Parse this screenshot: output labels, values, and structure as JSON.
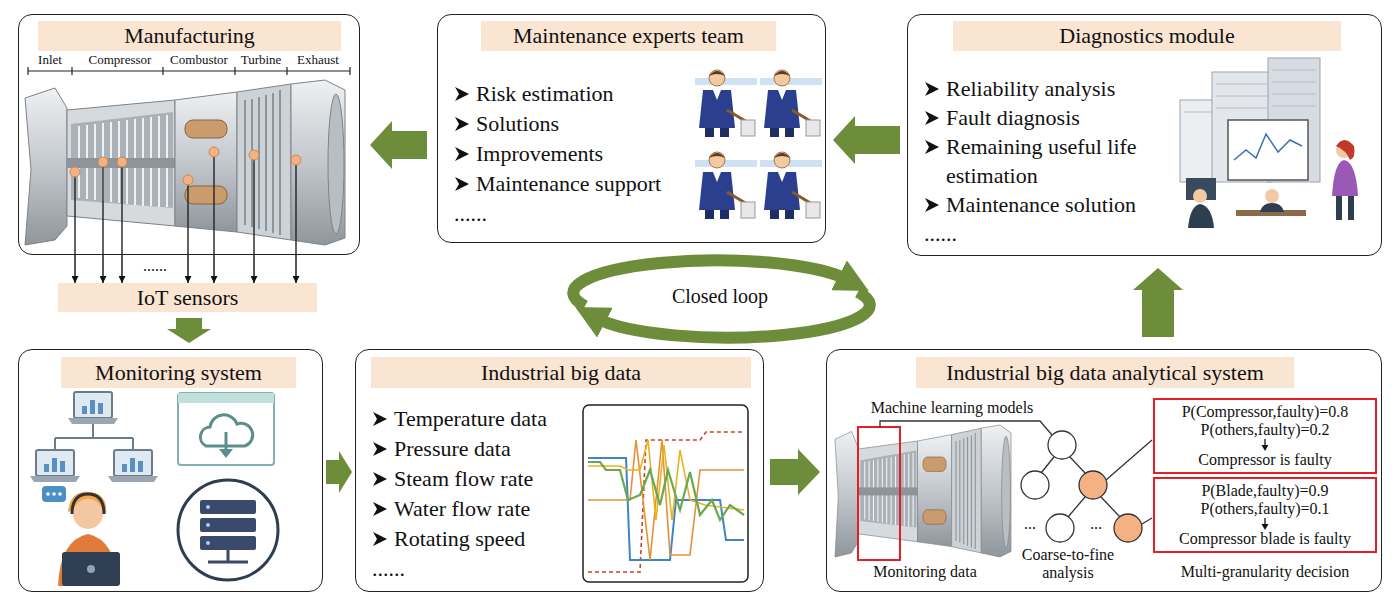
{
  "diagram": {
    "nodes": [
      {
        "text": [
          "Manufacturing"
        ]
      },
      {
        "text": [
          "Maintenance experts team",
          "Risk estimation",
          "Solutions",
          "Improvements",
          "Maintenance support",
          "......"
        ]
      },
      {
        "text": [
          "Diagnostics module",
          "Reliability analysis",
          "Fault diagnosis",
          "Remaining useful life estimation",
          "Maintenance solution",
          "......"
        ]
      },
      {
        "text": [
          "IoT sensors"
        ]
      },
      {
        "text": [
          "Monitoring system"
        ]
      },
      {
        "text": [
          "Industrial big data",
          "Temperature data",
          "Pressure data",
          "Steam flow rate",
          "Water flow rate",
          "Rotating speed",
          "......"
        ]
      },
      {
        "text": [
          "Industrial big data analytical system"
        ]
      },
      {
        "text": [
          "P(Compressor,faulty)=0.8",
          "P(others,faulty)=0.2",
          "Compressor is faulty"
        ],
        "in": 6
      },
      {
        "text": [
          "P(Blade,faulty)=0.9",
          "P(others,faulty)=0.1",
          "Compressor blade is faulty"
        ],
        "in": 6
      }
    ],
    "edges": [
      {
        "from": 0,
        "to": 3,
        "arrow": "to"
      },
      {
        "from": 0,
        "to": 3,
        "arrow": "to"
      },
      {
        "from": 0,
        "to": 3,
        "arrow": "to"
      },
      {
        "from": 0,
        "to": 3,
        "arrow": "to"
      },
      {
        "from": 0,
        "to": 3,
        "arrow": "to"
      },
      {
        "from": 0,
        "to": 3,
        "arrow": "to"
      },
      {
        "from": 0,
        "to": 3,
        "arrow": "to"
      },
      {
        "from": 3,
        "to": 4,
        "arrow": "to"
      },
      {
        "from": 4,
        "to": 5,
        "arrow": "to"
      },
      {
        "from": 5,
        "to": 6,
        "arrow": "to"
      },
      {
        "from": 6,
        "to": 2,
        "arrow": "to"
      },
      {
        "from": 2,
        "to": 1,
        "arrow": "to"
      },
      {
        "from": 1,
        "to": 0,
        "arrow": "to"
      }
    ],
    "labels": [
      "Inlet",
      "Compressor",
      "Combustor",
      "Turbine",
      "Exhaust",
      "......",
      "Closed loop",
      "Machine learning models",
      "...",
      "...",
      "Monitoring data",
      "Coarse-to-fine analysis",
      "Multi-granularity decision"
    ]
  }
}
